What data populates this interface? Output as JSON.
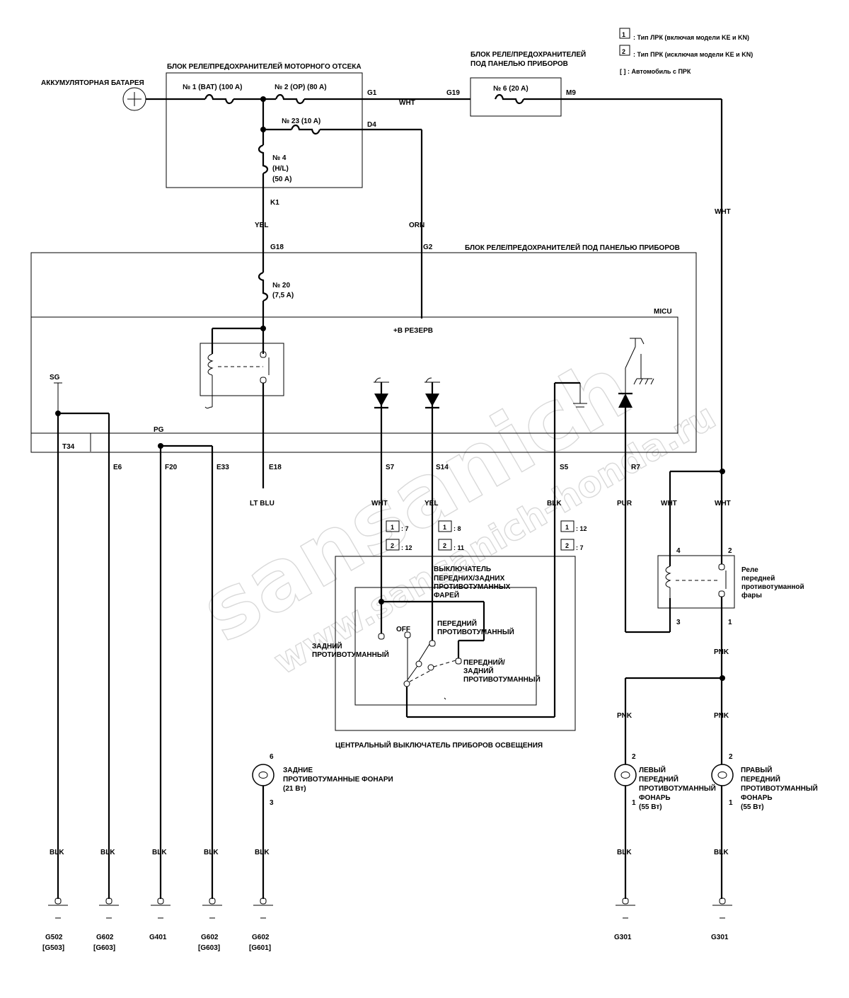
{
  "legend": {
    "type1_num": "1",
    "type1_text": ": Тип ЛРК (включая модели KE и KN)",
    "type2_num": "2",
    "type2_text": ": Тип ПРК (исключая модели KE и KN)",
    "bracket_note": "[ ] : Автомобиль с ПРК"
  },
  "power": {
    "battery_label": "АККУМУЛЯТОРНАЯ БАТАРЕЯ"
  },
  "engine_box": {
    "title": "БЛОК РЕЛЕ/ПРЕДОХРАНИТЕЛЕЙ МОТОРНОГО ОТСЕКА",
    "fuse1": "№ 1 (BAT) (100 A)",
    "fuse2": "№ 2 (OP) (80 A)",
    "fuse23": "№ 23 (10 A)",
    "fuse4_line1": "№ 4",
    "fuse4_line2": "(H/L)",
    "fuse4_line3": "(50 A)",
    "pin_g1": "G1",
    "pin_d4": "D4",
    "pin_k1": "K1"
  },
  "dash_box_top": {
    "title_line1": "БЛОК РЕЛЕ/ПРЕДОХРАНИТЕЛЕЙ",
    "title_line2": "ПОД ПАНЕЛЬЮ ПРИБОРОВ",
    "fuse6": "№ 6 (20 A)",
    "pin_g19": "G19",
    "pin_m9": "M9"
  },
  "wires": {
    "wht_top": "WHT",
    "wht_right": "WHT",
    "yel": "YEL",
    "orn": "ORN",
    "lt_blu": "LT BLU",
    "wht_s7": "WHT",
    "yel_s14": "YEL",
    "blk_s5": "BLK",
    "pur": "PUR",
    "wht_relay4": "WHT",
    "wht_relay2": "WHT",
    "pnk_main": "PNK",
    "pnk_left": "PNK",
    "pnk_right": "PNK",
    "blk": "BLK"
  },
  "dash_box": {
    "title": "БЛОК РЕЛЕ/ПРЕДОХРАНИТЕЛЕЙ ПОД ПАНЕЛЬЮ ПРИБОРОВ",
    "pin_g18": "G18",
    "pin_g2": "G2",
    "fuse20_line1": "№ 20",
    "fuse20_line2": "(7,5 A)",
    "micu": "MICU",
    "backup": "+B РЕЗЕРВ",
    "sg": "SG",
    "pg": "PG",
    "pins": {
      "t34": "T34",
      "e6": "E6",
      "f20": "F20",
      "e33": "E33",
      "e18": "E18",
      "s7": "S7",
      "s14": "S14",
      "s5": "S5",
      "r7": "R7"
    }
  },
  "switch_pins": {
    "s7_t1": "1",
    "s7_v1": ": 7",
    "s7_t2": "2",
    "s7_v2": ": 12",
    "s14_t1": "1",
    "s14_v1": ": 8",
    "s14_t2": "2",
    "s14_v2": ": 11",
    "s5_t1": "1",
    "s5_v1": ": 12",
    "s5_t2": "2",
    "s5_v2": ": 7"
  },
  "switch": {
    "title_line1": "ВЫКЛЮЧАТЕЛЬ",
    "title_line2": "ПЕРЕДНИХ/ЗАДНИХ",
    "title_line3": "ПРОТИВОТУМАННЫХ",
    "title_line4": "ФАРЕЙ",
    "off": "OFF",
    "rear_line1": "ЗАДНИЙ",
    "rear_line2": "ПРОТИВОТУМАННЫЙ",
    "front_line1": "ПЕРЕДНИЙ",
    "front_line2": "ПРОТИВОТУМАННЫЙ",
    "both_line1": "ПЕРЕДНИЙ/",
    "both_line2": "ЗАДНИЙ",
    "both_line3": "ПРОТИВОТУМАННЫЙ",
    "central_switch": "ЦЕНТРАЛЬНЫЙ ВЫКЛЮЧАТЕЛЬ ПРИБОРОВ ОСВЕЩЕНИЯ"
  },
  "relay": {
    "title_line1": "Реле",
    "title_line2": "передней",
    "title_line3": "противотуманной",
    "title_line4": "фары",
    "pin4": "4",
    "pin2": "2",
    "pin3": "3",
    "pin1": "1"
  },
  "rear_lamp": {
    "pin6": "6",
    "pin3": "3",
    "label_line1": "ЗАДНИЕ",
    "label_line2": "ПРОТИВОТУМАННЫЕ ФОНАРИ",
    "label_line3": "(21 Вт)"
  },
  "left_lamp": {
    "pin2": "2",
    "pin1": "1",
    "label_line1": "ЛЕВЫЙ",
    "label_line2": "ПЕРЕДНИЙ",
    "label_line3": "ПРОТИВОТУМАННЫЙ",
    "label_line4": "ФОНАРЬ",
    "label_line5": "(55 Вт)"
  },
  "right_lamp": {
    "pin2": "2",
    "pin1": "1",
    "label_line1": "ПРАВЫЙ",
    "label_line2": "ПЕРЕДНИЙ",
    "label_line3": "ПРОТИВОТУМАННЫЙ",
    "label_line4": "ФОНАРЬ",
    "label_line5": "(55 Вт)"
  },
  "grounds": {
    "g1a": "G502",
    "g1b": "[G503]",
    "g2a": "G602",
    "g2b": "[G603]",
    "g3a": "G401",
    "g4a": "G602",
    "g4b": "[G603]",
    "g5a": "G602",
    "g5b": "[G601]",
    "g6a": "G301",
    "g7a": "G301"
  },
  "watermark": {
    "line1": "sansanich",
    "line2": "www.sansanich-honda.ru"
  }
}
